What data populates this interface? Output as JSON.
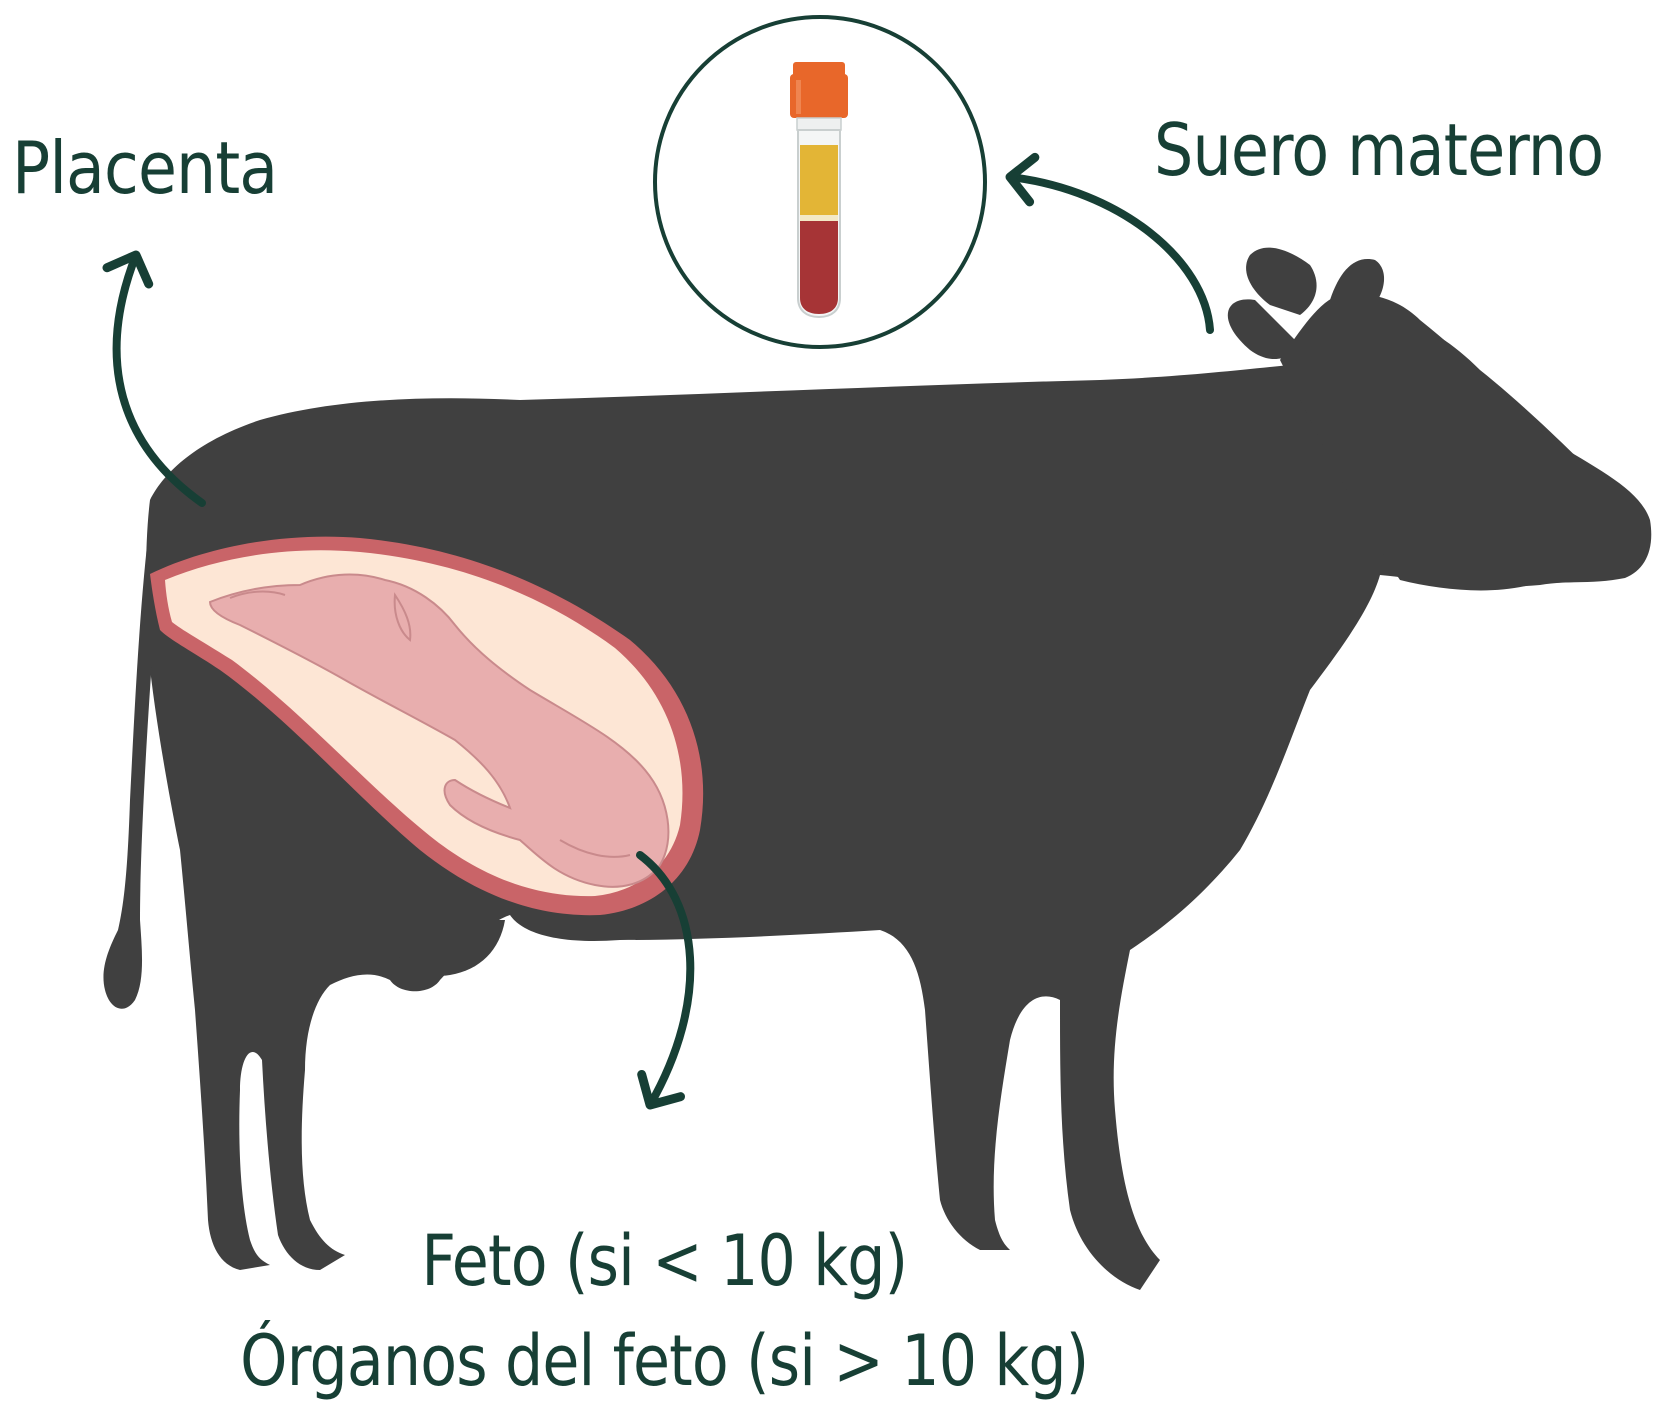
{
  "labels": {
    "placenta": "Placenta",
    "suero_materno": "Suero materno",
    "feto": "Feto (si < 10 kg)",
    "organos_feto": "Órganos del feto (si > 10 kg)"
  },
  "icons": {
    "cow": "cow-silhouette-icon",
    "fetus": "fetus-in-uterus-icon",
    "tube": "blood-tube-icon"
  },
  "colors": {
    "cow_silhouette": "#404040",
    "text_and_arrows": "#173f35",
    "uterus_wall": "#c96468",
    "amniotic_fluid": "#fde6d5",
    "fetus": "#e8aeae",
    "tube_cap": "#e8672a",
    "serum": "#e3b536",
    "blood": "#a63436"
  }
}
